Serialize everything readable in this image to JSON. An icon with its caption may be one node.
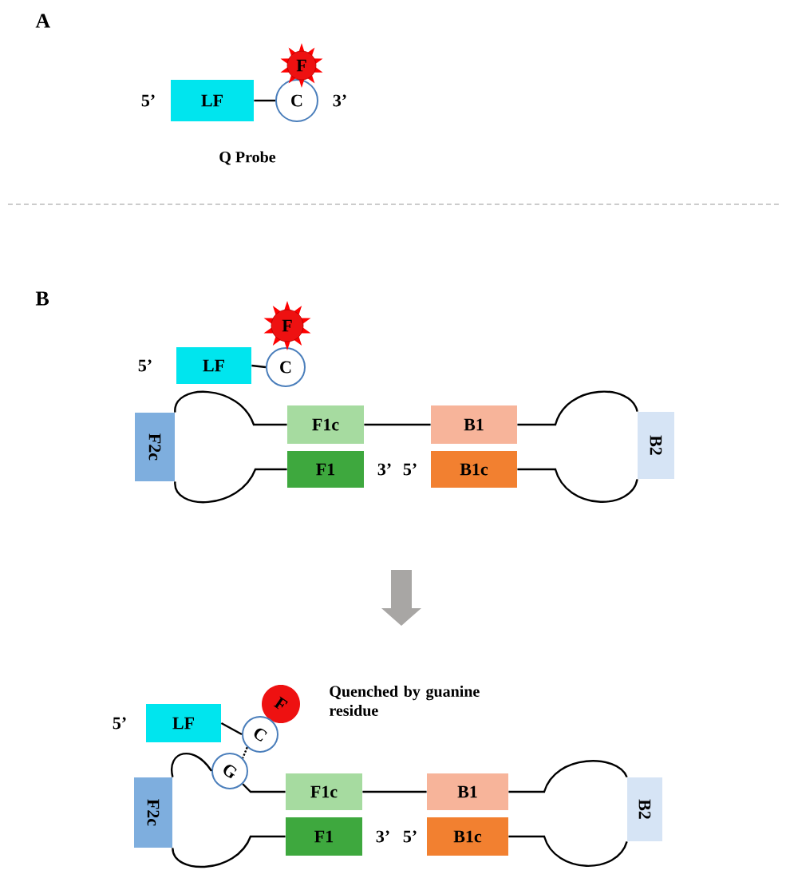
{
  "diagram": {
    "nodes": [
      {
        "text": [
          "LF"
        ],
        "beside": [
          "5’"
        ]
      },
      {
        "text": [
          "C"
        ],
        "beside": [
          "3’"
        ]
      },
      {
        "text": [
          "F"
        ]
      },
      {
        "text": [
          "LF"
        ],
        "beside": [
          "5’"
        ]
      },
      {
        "text": [
          "C"
        ]
      },
      {
        "text": [
          "F"
        ]
      },
      {
        "text": [
          "F2c"
        ]
      },
      {
        "text": [
          "F1c"
        ]
      },
      {
        "text": [
          "B1"
        ]
      },
      {
        "text": [
          "F1"
        ],
        "beside": [
          "3’"
        ]
      },
      {
        "text": [
          "B1c"
        ],
        "beside": [
          "5’"
        ]
      },
      {
        "text": [
          "B2"
        ]
      },
      {
        "text": [
          "LF"
        ],
        "beside": [
          "5’"
        ]
      },
      {
        "text": [
          "F"
        ]
      },
      {
        "text": [
          "C"
        ]
      },
      {
        "text": [
          "G"
        ]
      },
      {
        "text": [
          "F2c"
        ]
      },
      {
        "text": [
          "F1c"
        ]
      },
      {
        "text": [
          "B1"
        ]
      },
      {
        "text": [
          "F1"
        ],
        "beside": [
          "3’"
        ]
      },
      {
        "text": [
          "B1c"
        ],
        "beside": [
          "5’"
        ]
      },
      {
        "text": [
          "B2"
        ]
      }
    ],
    "edges": [
      {
        "from": 0,
        "to": 1,
        "arrow": "none"
      },
      {
        "from": 3,
        "to": 4,
        "arrow": "none"
      },
      {
        "from": 6,
        "to": 7,
        "arrow": "none"
      },
      {
        "from": 6,
        "to": 9,
        "arrow": "none"
      },
      {
        "from": 7,
        "to": 8,
        "arrow": "none"
      },
      {
        "from": 8,
        "to": 11,
        "arrow": "none"
      },
      {
        "from": 10,
        "to": 11,
        "arrow": "none"
      },
      {
        "from": 12,
        "to": 14,
        "arrow": "none"
      },
      {
        "from": 14,
        "to": 15,
        "arrow": "none",
        "style": "dashed"
      },
      {
        "from": 16,
        "to": 15,
        "arrow": "none"
      },
      {
        "from": 15,
        "to": 17,
        "arrow": "none"
      },
      {
        "from": 16,
        "to": 19,
        "arrow": "none"
      },
      {
        "from": 17,
        "to": 18,
        "arrow": "none"
      },
      {
        "from": 18,
        "to": 21,
        "arrow": "none"
      },
      {
        "from": 20,
        "to": 21,
        "arrow": "none"
      }
    ],
    "labels": [
      "A",
      "Q Probe",
      "B",
      "Quenched by guanine residue"
    ]
  }
}
